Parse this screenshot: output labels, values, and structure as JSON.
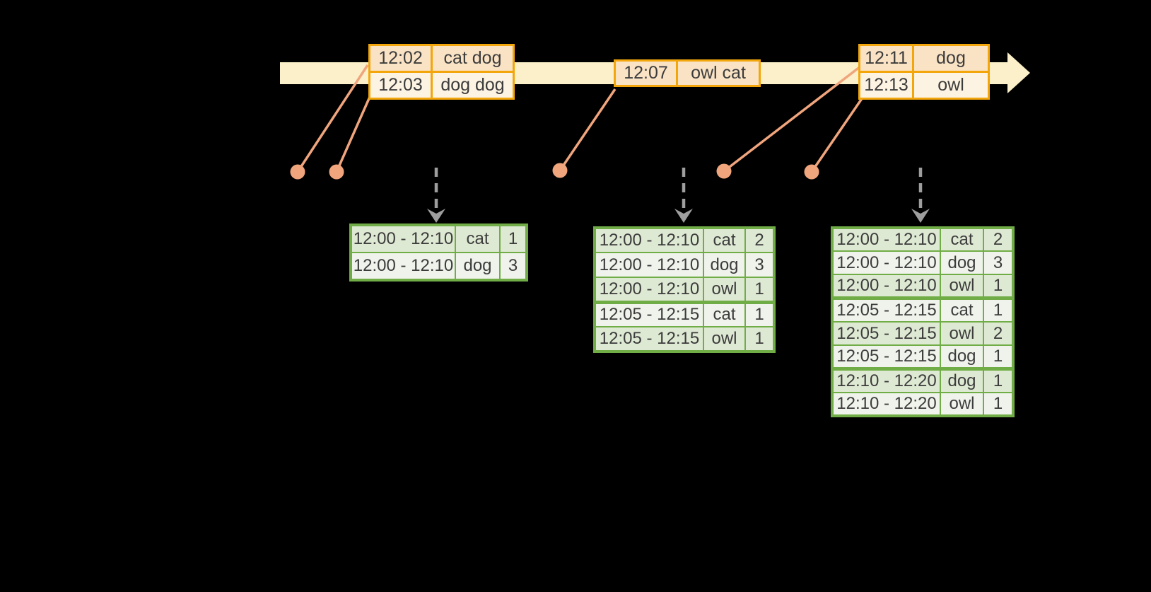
{
  "colors": {
    "background": "#000000",
    "timeline_band": "#FBF0C9",
    "event_table_border": "#F2A60B",
    "event_row_dark": "#FAE3C5",
    "event_row_light": "#FDF3E2",
    "connector_salmon": "#F0A57D",
    "result_table_border": "#71AD47",
    "result_row_dark": "#DEE9D3",
    "result_row_light": "#EFF3EB",
    "trigger_arrow_gray": "#9E9E9E",
    "text": "#3C3C3C"
  },
  "timeline": {
    "event_tables": [
      {
        "rows": [
          [
            "12:02",
            "cat dog"
          ],
          [
            "12:03",
            "dog dog"
          ]
        ]
      },
      {
        "rows": [
          [
            "12:07",
            "owl cat"
          ]
        ]
      },
      {
        "rows": [
          [
            "12:11",
            "dog"
          ],
          [
            "12:13",
            "owl"
          ]
        ]
      }
    ]
  },
  "result_tables": [
    {
      "rows": [
        [
          "12:00 - 12:10",
          "cat",
          "1"
        ],
        [
          "12:00 - 12:10",
          "dog",
          "3"
        ]
      ]
    },
    {
      "rows": [
        [
          "12:00 - 12:10",
          "cat",
          "2"
        ],
        [
          "12:00 - 12:10",
          "dog",
          "3"
        ],
        [
          "12:00 - 12:10",
          "owl",
          "1"
        ],
        [
          "12:05 - 12:15",
          "cat",
          "1"
        ],
        [
          "12:05 - 12:15",
          "owl",
          "1"
        ]
      ]
    },
    {
      "rows": [
        [
          "12:00 - 12:10",
          "cat",
          "2"
        ],
        [
          "12:00 - 12:10",
          "dog",
          "3"
        ],
        [
          "12:00 - 12:10",
          "owl",
          "1"
        ],
        [
          "12:05 - 12:15",
          "cat",
          "1"
        ],
        [
          "12:05 - 12:15",
          "owl",
          "2"
        ],
        [
          "12:05 - 12:15",
          "dog",
          "1"
        ],
        [
          "12:10 - 12:20",
          "dog",
          "1"
        ],
        [
          "12:10 - 12:20",
          "owl",
          "1"
        ]
      ]
    }
  ]
}
